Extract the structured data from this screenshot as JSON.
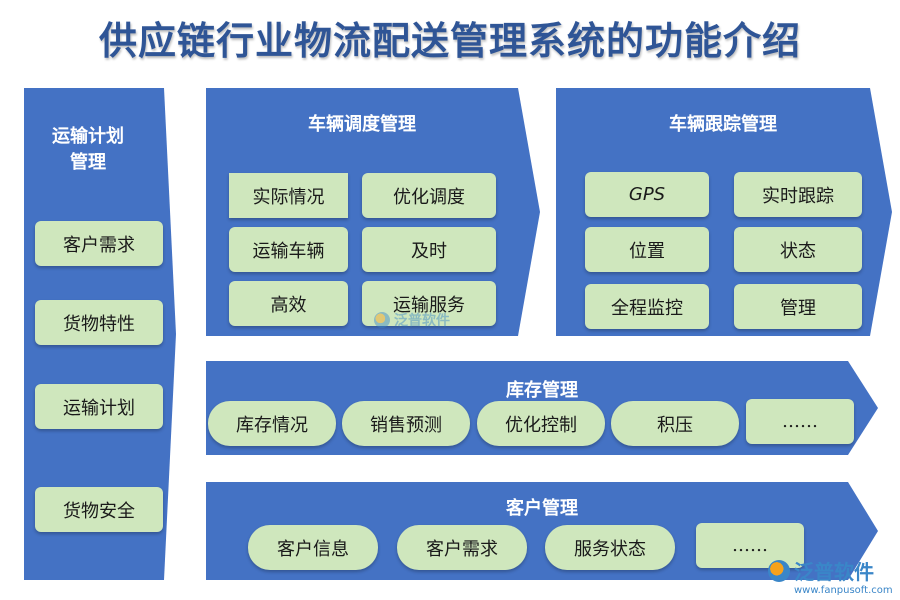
{
  "title": "供应链行业物流配送管理系统的功能介绍",
  "colors": {
    "panel": "#4472c4",
    "box": "#cfe7bd",
    "title": "#2f5596"
  },
  "left": {
    "title_line1": "运输计划",
    "title_line2": "管理",
    "items": [
      "客户需求",
      "货物特性",
      "运输计划",
      "货物安全"
    ]
  },
  "vehicle_dispatch": {
    "title": "车辆调度管理",
    "items": [
      "实际情况",
      "优化调度",
      "运输车辆",
      "及时",
      "高效",
      "运输服务"
    ]
  },
  "vehicle_tracking": {
    "title": "车辆跟踪管理",
    "items": [
      "GPS",
      "实时跟踪",
      "位置",
      "状态",
      "全程监控",
      "管理"
    ]
  },
  "inventory": {
    "title": "库存管理",
    "items": [
      "库存情况",
      "销售预测",
      "优化控制",
      "积压",
      "……"
    ]
  },
  "customer": {
    "title": "客户管理",
    "items": [
      "客户信息",
      "客户需求",
      "服务状态",
      "……"
    ]
  },
  "watermark": {
    "name": "泛普软件",
    "url": "www.fanpusoft.com"
  }
}
